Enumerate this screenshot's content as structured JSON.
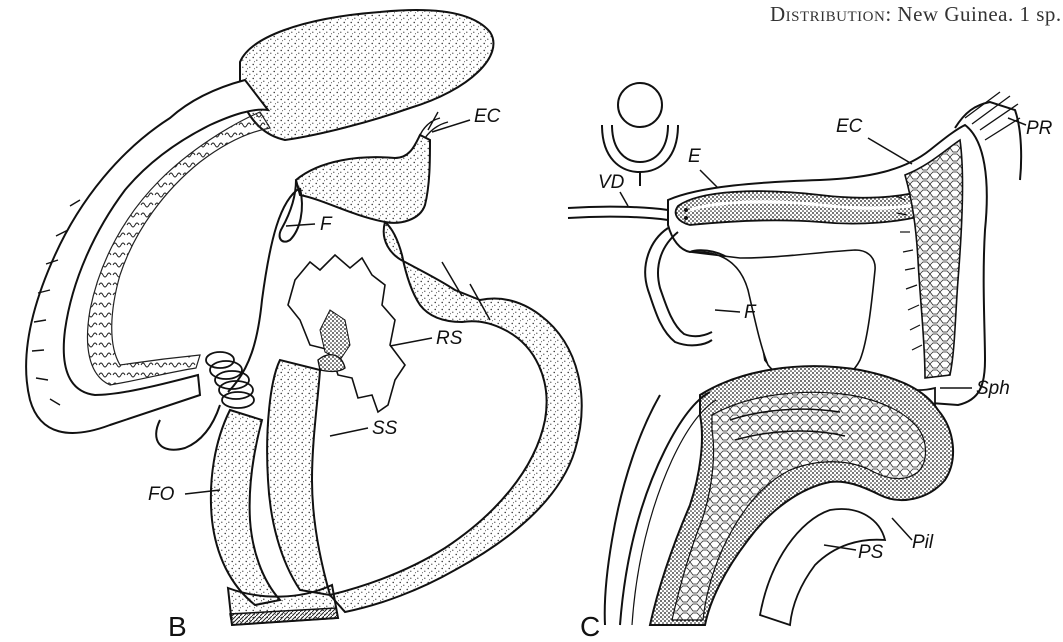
{
  "header": {
    "lead": "Distribution",
    "text": ": New Guinea. 1 sp."
  },
  "figure_b": {
    "panel_label": "B",
    "labels": {
      "ec": "EC",
      "f": "F",
      "rs": "RS",
      "ss": "SS",
      "fo": "FO"
    }
  },
  "figure_c": {
    "panel_label": "C",
    "labels": {
      "ec": "EC",
      "e": "E",
      "vd": "VD",
      "pr": "PR",
      "f": "F",
      "sph": "Sph",
      "pil": "Pil",
      "ps": "PS"
    }
  }
}
